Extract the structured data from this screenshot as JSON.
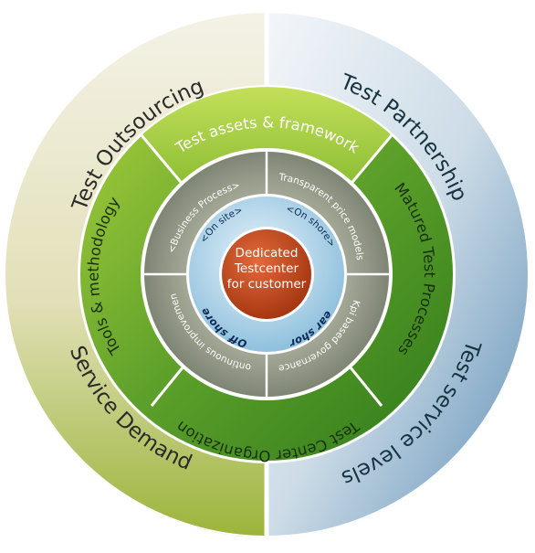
{
  "diagram": {
    "center": {
      "lines": [
        "Dedicated",
        "Testcenter",
        "for customer"
      ]
    },
    "outer_ring": [
      {
        "label": "Test Outsourcing"
      },
      {
        "label": "Test Partnership"
      },
      {
        "label": "Test service levels"
      },
      {
        "label": "Service Demand"
      }
    ],
    "green_ring": [
      {
        "label": "Test assets & framework"
      },
      {
        "label": "Matured Test Processes"
      },
      {
        "label": "Test Center Organization"
      },
      {
        "label": "Tools & methodology"
      }
    ],
    "gray_ring": [
      {
        "label": "<Business Process>"
      },
      {
        "label": "<Transparent price models>"
      },
      {
        "label": "<Kpi based governance>"
      },
      {
        "label": "<Continuous improvement>"
      }
    ],
    "blue_ring": [
      {
        "label": "<On site>"
      },
      {
        "label": "<On shore>"
      },
      {
        "label": "<Near shore>"
      },
      {
        "label": "<Off shore>"
      }
    ]
  }
}
